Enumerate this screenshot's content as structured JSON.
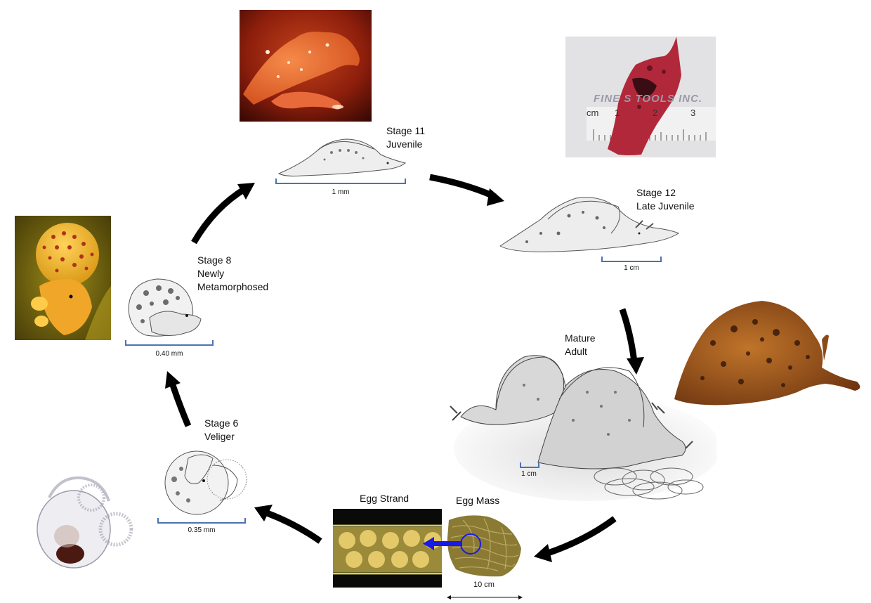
{
  "stages": [
    {
      "id": "stage11",
      "title": "Stage 11",
      "subtitle": "Juvenile",
      "scale": "1 mm"
    },
    {
      "id": "stage12",
      "title": "Stage 12",
      "subtitle": "Late Juvenile",
      "scale": "1 cm"
    },
    {
      "id": "adult",
      "title": "Mature",
      "subtitle": "Adult",
      "scale": "1 cm"
    },
    {
      "id": "eggstrand",
      "title": "Egg Strand"
    },
    {
      "id": "eggmass",
      "title": "Egg Mass",
      "scale": "10 cm"
    },
    {
      "id": "stage6",
      "title": "Stage 6",
      "subtitle": "Veliger",
      "scale": "0.35 mm"
    },
    {
      "id": "stage8",
      "title": "Stage 8",
      "subtitle": "Newly",
      "subtitle2": "Metamorphosed",
      "scale": "0.40 mm"
    }
  ],
  "photo_ruler": {
    "brand_text": "FINE S    TOOLS INC.",
    "unit": "cm",
    "ticks": [
      "1",
      "2",
      "3"
    ]
  },
  "colors": {
    "arrow": "#000000",
    "scale_bar": "#4a73b5",
    "highlight": "#1a1ae6"
  }
}
